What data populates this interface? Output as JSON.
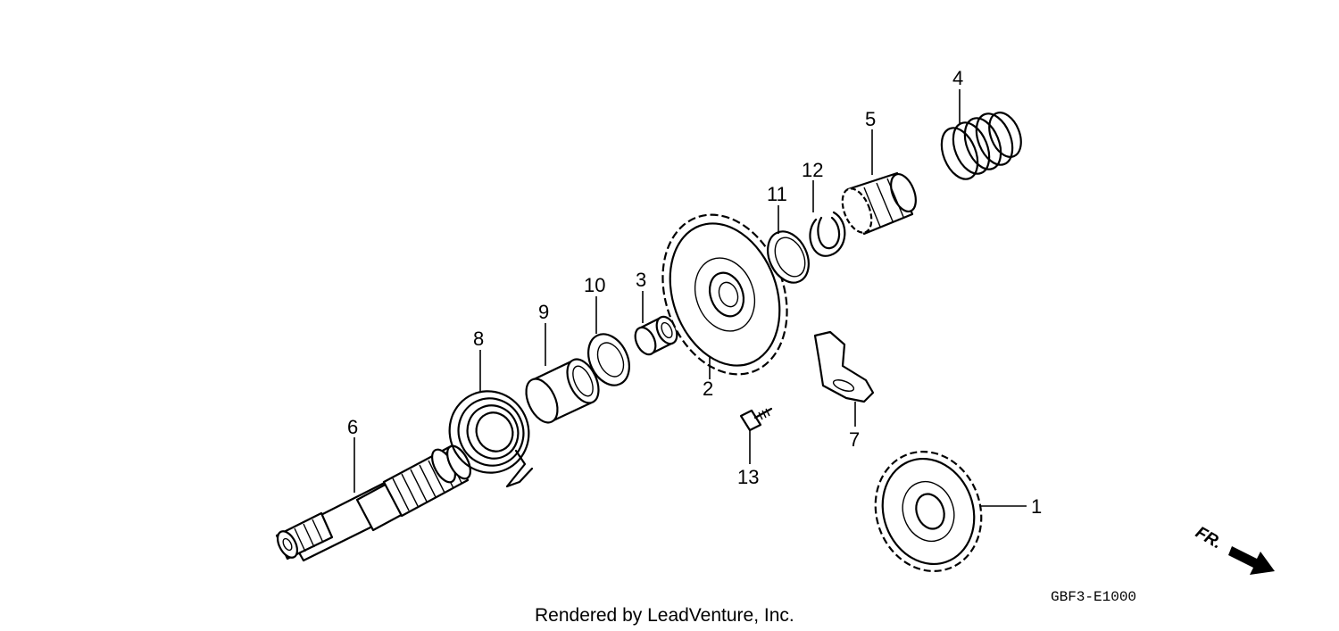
{
  "diagram": {
    "callouts": [
      {
        "id": "1",
        "label": "1"
      },
      {
        "id": "2",
        "label": "2"
      },
      {
        "id": "3",
        "label": "3"
      },
      {
        "id": "4",
        "label": "4"
      },
      {
        "id": "5",
        "label": "5"
      },
      {
        "id": "6",
        "label": "6"
      },
      {
        "id": "7",
        "label": "7"
      },
      {
        "id": "8",
        "label": "8"
      },
      {
        "id": "9",
        "label": "9"
      },
      {
        "id": "10",
        "label": "10"
      },
      {
        "id": "11",
        "label": "11"
      },
      {
        "id": "12",
        "label": "12"
      },
      {
        "id": "13",
        "label": "13"
      }
    ],
    "diagram_code": "GBF3-E1000",
    "direction_label": "FR.",
    "credit": "Rendered by LeadVenture, Inc.",
    "colors": {
      "ink": "#000000",
      "background": "#ffffff"
    },
    "icons": {
      "direction": "front-arrow-icon"
    }
  }
}
